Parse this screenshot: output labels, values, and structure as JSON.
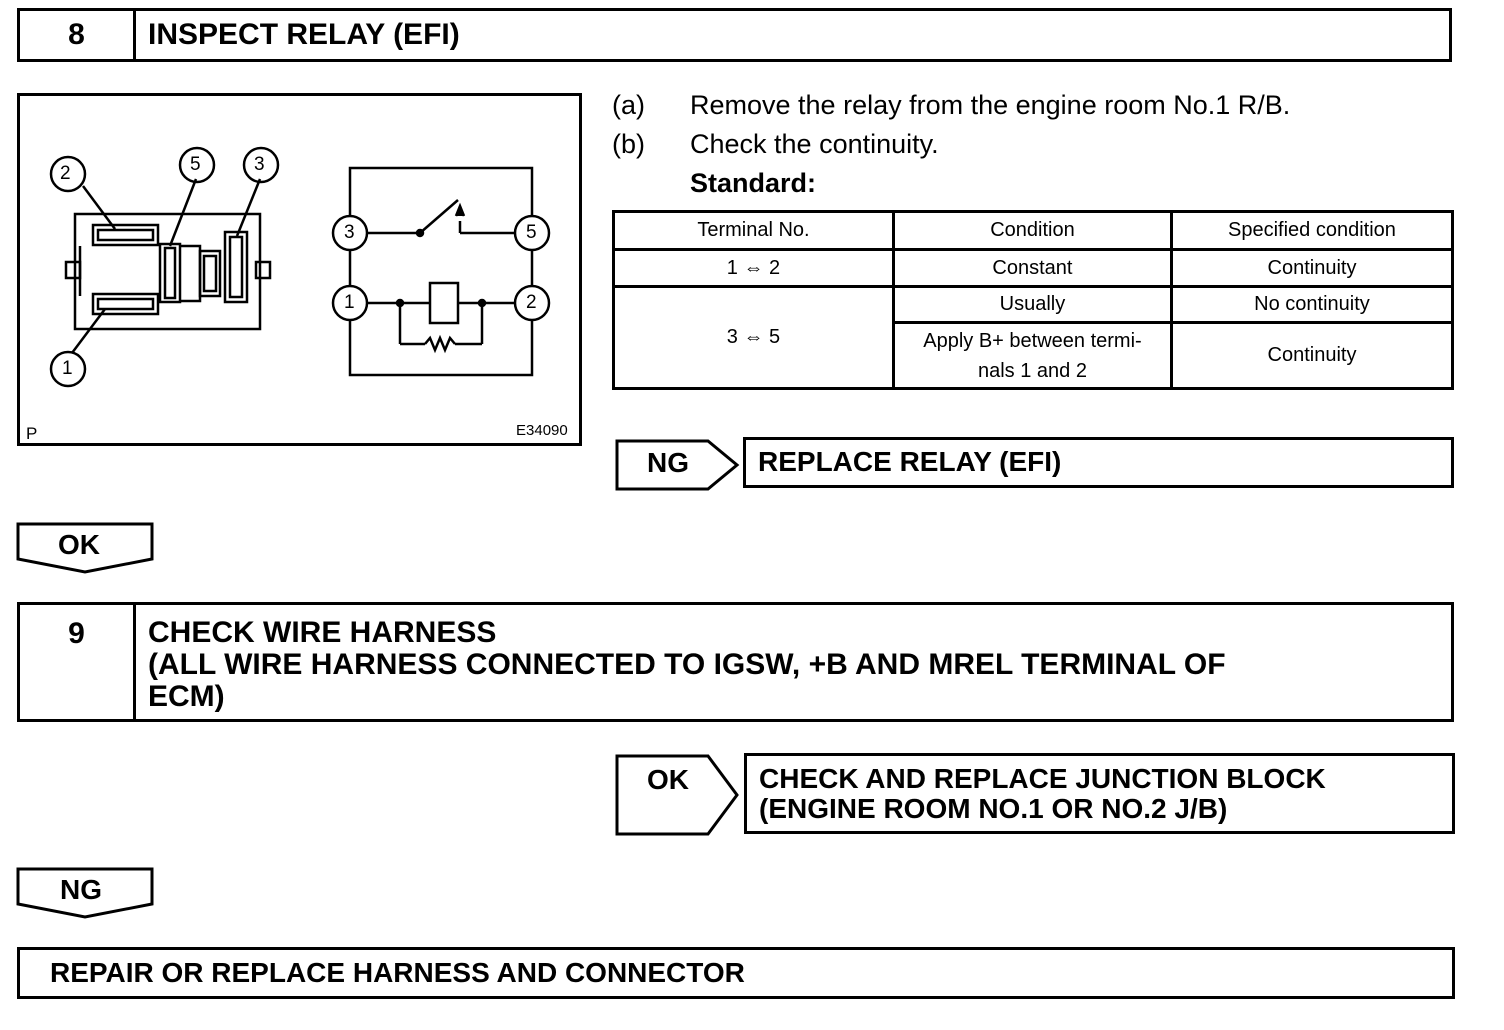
{
  "step8": {
    "number": "8",
    "title": "INSPECT RELAY (EFI)"
  },
  "figure": {
    "connector_pins": [
      "2",
      "5",
      "3",
      "1"
    ],
    "circuit_terminals": [
      "3",
      "5",
      "1",
      "2"
    ],
    "corner_label": "P",
    "figure_code": "E34090"
  },
  "instructions": [
    {
      "tag": "(a)",
      "text": "Remove the relay from the engine room No.1 R/B."
    },
    {
      "tag": "(b)",
      "text": "Check the continuity."
    }
  ],
  "standard_label": "Standard:",
  "table": {
    "headers": [
      "Terminal No.",
      "Condition",
      "Specified condition"
    ],
    "rows": [
      {
        "terminal": "1 ⇔ 2",
        "condition": "Constant",
        "specified": "Continuity"
      },
      {
        "terminal": "3 ⇔ 5",
        "condition": "Usually",
        "specified": "No continuity"
      },
      {
        "terminal": "",
        "condition_line1": "Apply B+ between termi-",
        "condition_line2": "nals 1 and 2",
        "specified": "Continuity"
      }
    ]
  },
  "ng_result_1": {
    "tag": "NG",
    "text": "REPLACE RELAY (EFI)"
  },
  "ok_arrow_1": "OK",
  "step9": {
    "number": "9",
    "title_line1": "CHECK WIRE HARNESS",
    "title_line2": "(ALL WIRE HARNESS CONNECTED TO IGSW, +B AND MREL TERMINAL OF",
    "title_line3": "ECM)"
  },
  "ok_result_2": {
    "tag": "OK",
    "text_line1": "CHECK AND REPLACE JUNCTION BLOCK",
    "text_line2": "(ENGINE ROOM NO.1 OR NO.2 J/B)"
  },
  "ng_arrow_2": "NG",
  "final_action": "REPAIR OR REPLACE HARNESS AND CONNECTOR"
}
